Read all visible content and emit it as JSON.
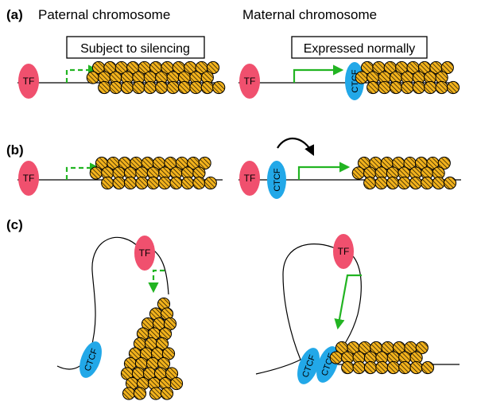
{
  "headers": {
    "paternal": "Paternal chromosome",
    "maternal": "Maternal chromosome"
  },
  "panels": [
    {
      "letter": "(a)"
    },
    {
      "letter": "(b)"
    },
    {
      "letter": "(c)"
    }
  ],
  "boxes": {
    "paternal": "Subject to silencing",
    "maternal": "Expressed normally"
  },
  "labels": {
    "tf": "TF",
    "ctcf": "CTCF"
  },
  "colors": {
    "tf": "#f0506e",
    "ctcf": "#22a8e8",
    "nucleosome": "#f2b21c",
    "promoter_arrow": "#22b422",
    "dna": "#000000"
  }
}
